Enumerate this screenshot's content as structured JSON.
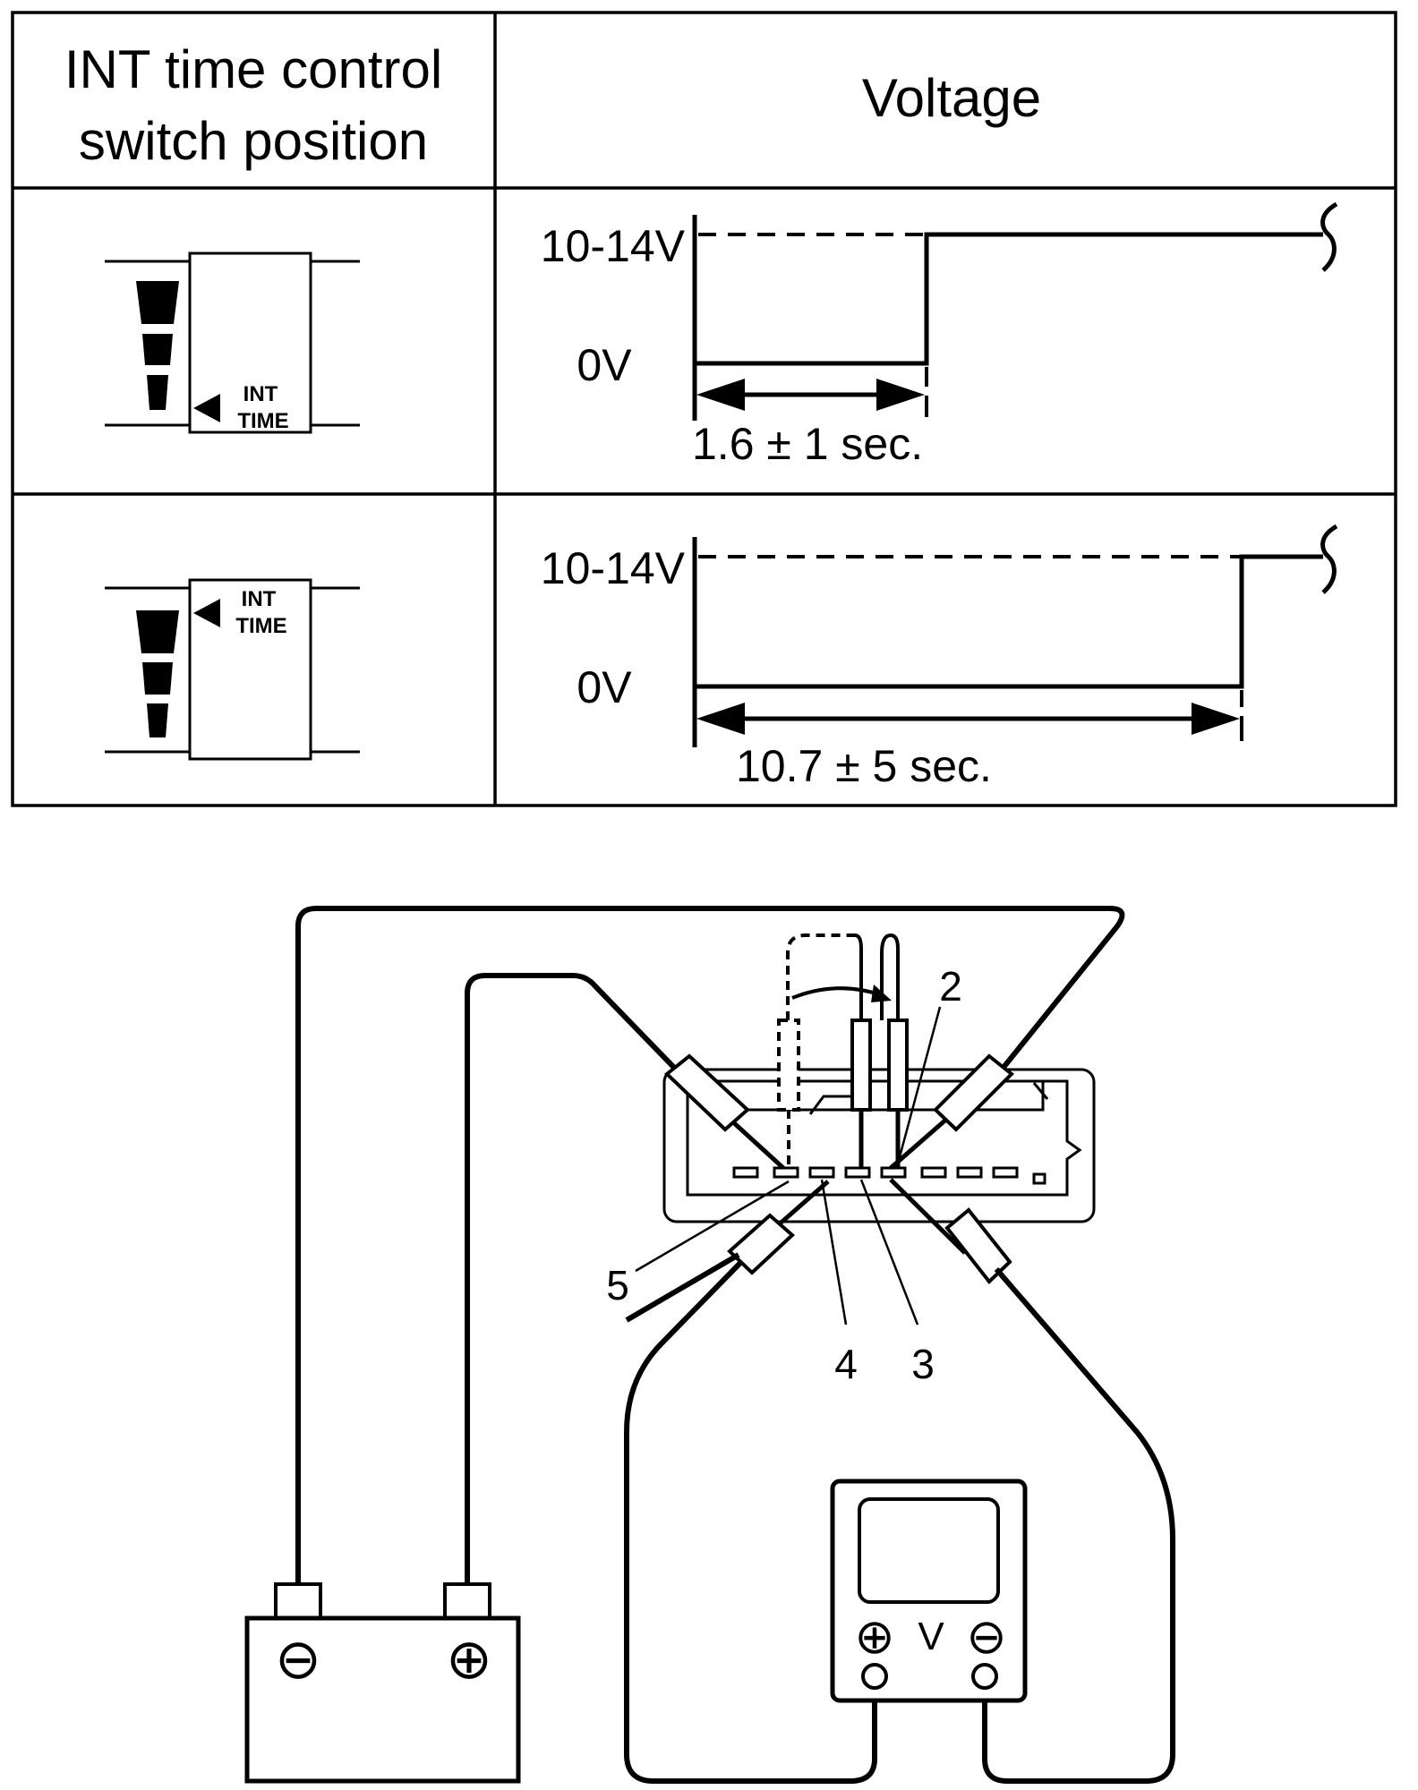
{
  "table": {
    "header_switch": [
      "INT time control",
      "switch position"
    ],
    "header_voltage": "Voltage",
    "rows": [
      {
        "switch_label": [
          "INT",
          "TIME"
        ],
        "high_level": "10-14V",
        "low_level": "0V",
        "duration": "1.6 ± 1 sec."
      },
      {
        "switch_label": [
          "INT",
          "TIME"
        ],
        "high_level": "10-14V",
        "low_level": "0V",
        "duration": "10.7 ± 5 sec."
      }
    ]
  },
  "wiring": {
    "terminal_labels": [
      "2",
      "3",
      "4",
      "5"
    ],
    "battery_negative": "⊖",
    "battery_positive": "⊕",
    "meter_positive": "⊕",
    "meter_label": "V",
    "meter_negative": "⊖"
  }
}
